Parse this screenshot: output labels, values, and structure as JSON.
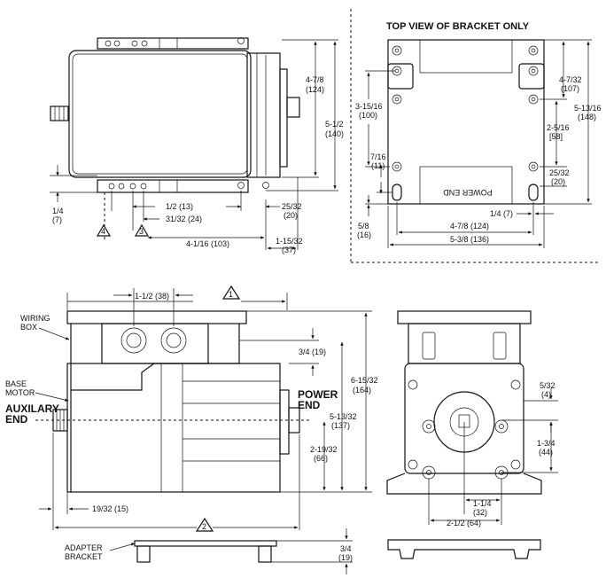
{
  "bracket_view": {
    "title": "TOP VIEW OF BRACKET ONLY",
    "end_label": "POWER END",
    "dims": {
      "h_4_7_32": "4-7/32",
      "h_4_7_32_mm": "(107)",
      "h_5_13_16": "5-13/16",
      "h_5_13_16_mm": "(148)",
      "h_3_15_16": "3-15/16",
      "h_3_15_16_mm": "(100)",
      "h_2_5_16": "2-5/16",
      "h_2_5_16_mm": "[58]",
      "h_7_16": "7/16",
      "h_7_16_mm": "(11)",
      "h_25_32": "25/32",
      "h_25_32_mm": "(20)",
      "h_5_8": "5/8",
      "h_5_8_mm": "(16)",
      "w_1_4": "1/4 (7)",
      "w_4_7_8": "4-7/8 (124)",
      "w_5_3_8": "5-3/8 (136)"
    }
  },
  "top_view": {
    "dims": {
      "h_4_7_8": "4-7/8",
      "h_4_7_8_mm": "(124)",
      "h_5_1_2": "5-1/2",
      "h_5_1_2_mm": "(140)",
      "h_1_4": "1/4",
      "h_1_4_mm": "(7)",
      "w_1_2": "1/2 (13)",
      "w_31_32": "31/32 (24)",
      "w_25_32": "25/32",
      "w_25_32_mm": "(20)",
      "w_4_1_16": "4-1/16 (103)",
      "w_1_15_32": "1-15/32",
      "w_1_15_32_mm": "(37)",
      "callout_4": "4",
      "callout_3": "3"
    }
  },
  "side_view": {
    "labels": {
      "wiring_box_1": "WIRING",
      "wiring_box_2": "BOX",
      "base_motor_1": "BASE",
      "base_motor_2": "MOTOR",
      "auxilary_1": "AUXILARY",
      "auxilary_2": "END",
      "power_1": "POWER",
      "power_2": "END",
      "adapter_1": "ADAPTER",
      "adapter_2": "BRACKET"
    },
    "dims": {
      "w_1_1_2": "1-1/2 (38)",
      "callout_1": "1",
      "h_3_4": "3/4 (19)",
      "h_6_15_32": "6-15/32",
      "h_6_15_32_mm": "(164)",
      "h_5_13_32": "5-13/32",
      "h_5_13_32_mm": "(137)",
      "h_2_19_32": "2-19/32",
      "h_2_19_32_mm": "(66)",
      "w_19_32": "19/32 (15)",
      "callout_2": "2",
      "h_adapter": "3/4",
      "h_adapter_mm": "(19)"
    }
  },
  "end_view": {
    "dims": {
      "h_5_32": "5/32",
      "h_5_32_mm": "(4)",
      "h_1_3_4": "1-3/4",
      "h_1_3_4_mm": "(44)",
      "w_1_1_4": "1-1/4",
      "w_1_1_4_mm": "(32)",
      "w_2_1_2": "2-1/2 (64)"
    }
  }
}
